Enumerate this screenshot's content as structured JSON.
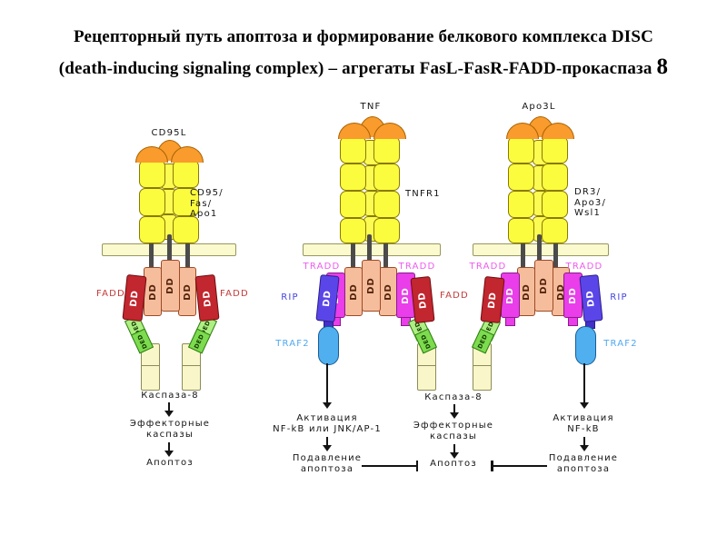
{
  "title": {
    "line1": "Рецепторный путь апоптоза и формирование белкового комплекса DISC",
    "line2": "(death-inducing signaling complex) – агрегаты FasL-FasR-FADD-прокаспаза",
    "line2_num": "8"
  },
  "labels": {
    "dd": "DD",
    "ded": "DED",
    "fadd": "FADD",
    "tradd": "TRADD",
    "rip": "RIP",
    "traf2": "TRAF2"
  },
  "complexes": {
    "left": {
      "ligand": "CD95L",
      "receptor": "CD95/\nFas/\nApo1"
    },
    "middle": {
      "ligand": "TNF",
      "receptor": "TNFR1"
    },
    "right": {
      "ligand": "Apo3L",
      "receptor": "DR3/\nApo3/\nWsl1"
    }
  },
  "chains": {
    "caspase8": "Каспаза-8",
    "effector": "Эффекторные\nкаспазы",
    "apoptosis": "Апоптоз",
    "tnf_activation": "Активация\nNF-kB или JNK/AP-1",
    "apo3_activation": "Активация\nNF-kB",
    "suppression": "Подавление\nапоптоза"
  },
  "colors": {
    "ligand_cap": "#f99b2d",
    "receptor_yellow": "#fcfc3f",
    "membrane": "#fbface",
    "dd_pink": "#f6bd9c",
    "fadd_red": "#c2262e",
    "tradd_magenta": "#e93ee9",
    "rip_blue": "#5a46e8",
    "traf2_blue": "#4fafef",
    "ded_green": "#7cdb4f",
    "procaspase_cream": "#f9f7c9"
  }
}
